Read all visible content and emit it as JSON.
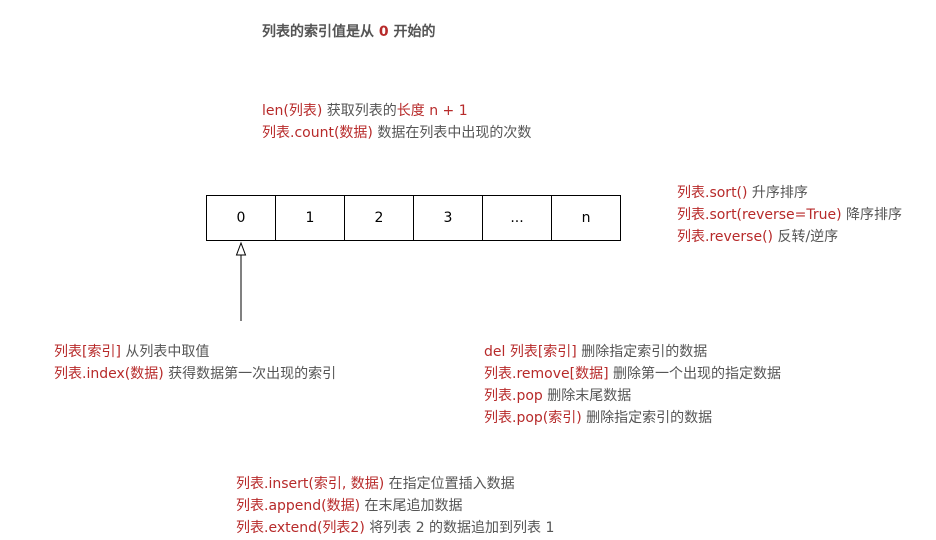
{
  "title": {
    "prefix": "列表的索引值是从 ",
    "zero": "0",
    "suffix": " 开始的"
  },
  "index_cells": [
    "0",
    "1",
    "2",
    "3",
    "...",
    "n"
  ],
  "groups": {
    "length_count": [
      {
        "code": "len(列表)",
        "desc": " 获取列表的",
        "highlight": "长度",
        "tail": " n + 1"
      },
      {
        "code": "列表.count(数据)",
        "desc": " 数据在列表中出现的次数"
      }
    ],
    "sorting": [
      {
        "code": "列表.sort()",
        "desc": " 升序排序"
      },
      {
        "code": "列表.sort(reverse=True)",
        "desc": " 降序排序"
      },
      {
        "code": "列表.reverse()",
        "desc": " 反转/逆序"
      }
    ],
    "accessing": [
      {
        "code": "列表[索引]",
        "desc": " 从列表中取值"
      },
      {
        "code": "列表.index(数据)",
        "desc": " 获得数据第一次出现的索引"
      }
    ],
    "deleting": [
      {
        "code": "del 列表[索引]",
        "desc": " 删除指定索引的数据"
      },
      {
        "code": "列表.remove[数据]",
        "desc": " 删除第一个出现的指定数据"
      },
      {
        "code": "列表.pop",
        "desc": " 删除末尾数据"
      },
      {
        "code": "列表.pop(索引)",
        "desc": " 删除指定索引的数据"
      }
    ],
    "adding": [
      {
        "code": "列表.insert(索引, 数据)",
        "desc": " 在指定位置插入数据"
      },
      {
        "code": "列表.append(数据)",
        "desc": " 在末尾追加数据"
      },
      {
        "code": "列表.extend(列表2)",
        "desc": " 将列表 2 的数据追加到列表 1"
      }
    ]
  },
  "colors": {
    "code": "#b72a2a",
    "text": "#555555",
    "border": "#000000"
  }
}
